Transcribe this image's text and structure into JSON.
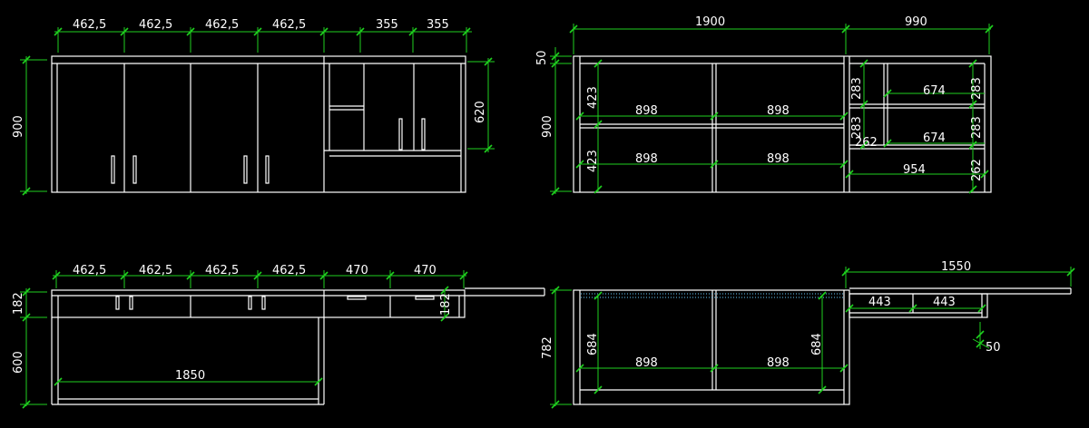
{
  "views": [
    {
      "name": "top-left-elevation",
      "dims": {
        "w1": "462,5",
        "w2": "462,5",
        "w3": "462,5",
        "w4": "462,5",
        "w5": "355",
        "w6": "355",
        "height": "900",
        "right_height": "620"
      }
    },
    {
      "name": "top-right-section",
      "dims": {
        "total_left": "1900",
        "total_right": "990",
        "top_gap": "50",
        "height": "900",
        "shelf_h_upper": "423",
        "shelf_h_lower": "423",
        "shelf_w_1": "898",
        "shelf_w_2": "898",
        "shelf_w_3": "898",
        "shelf_w_4": "898",
        "small_h_1": "283",
        "small_h_2": "283",
        "small_h_3": "283",
        "small_h_4": "283",
        "small_w_1": "674",
        "small_w_2": "674",
        "bottom_h_1": "262",
        "bottom_h_2": "262",
        "bottom_w": "954"
      }
    },
    {
      "name": "bottom-left-elevation",
      "dims": {
        "w1": "462,5",
        "w2": "462,5",
        "w3": "462,5",
        "w4": "462,5",
        "w5": "470",
        "w6": "470",
        "top_h": "182",
        "right_h": "182",
        "lower_h": "600",
        "span": "1850"
      }
    },
    {
      "name": "bottom-right-section",
      "dims": {
        "span": "1550",
        "height": "782",
        "inner_h_left": "684",
        "inner_h_right": "684",
        "w1": "898",
        "w2": "898",
        "drawer_w_1": "443",
        "drawer_w_2": "443",
        "gap": "50"
      }
    }
  ]
}
